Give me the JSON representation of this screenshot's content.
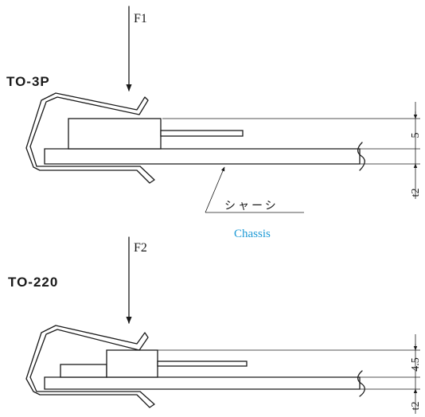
{
  "top": {
    "force_label": "F1",
    "package_label": "TO-3P",
    "dim_height": "5",
    "dim_thickness": "t2"
  },
  "chassis": {
    "label_jp": "シャーシ",
    "label_en": "Chassis",
    "label_en_color": "#1d9ad6"
  },
  "bottom": {
    "force_label": "F2",
    "package_label": "TO-220",
    "dim_height": "4.5",
    "dim_thickness": "t2"
  }
}
